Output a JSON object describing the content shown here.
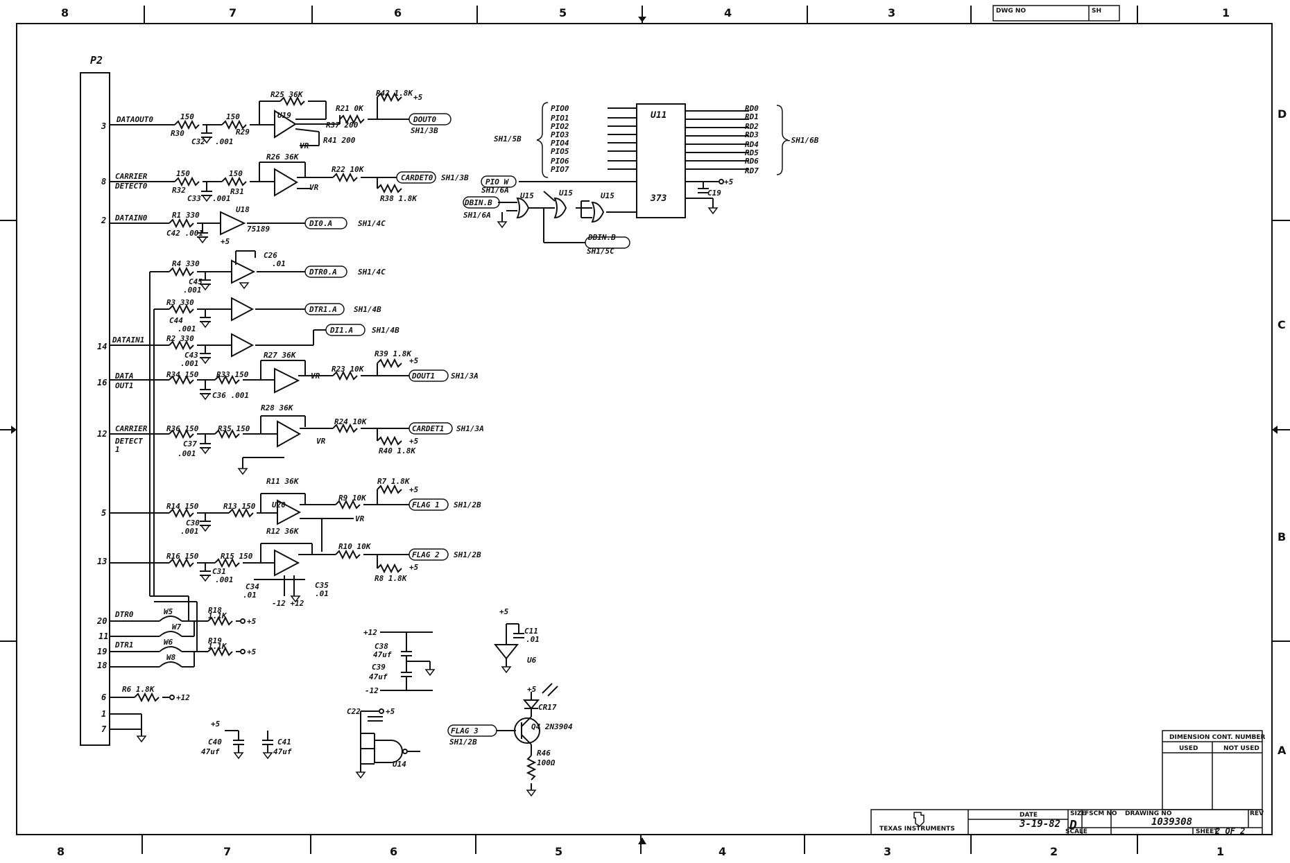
{
  "border": {
    "cols_top": [
      "8",
      "7",
      "6",
      "5",
      "4",
      "3",
      "1"
    ],
    "cols_bottom": [
      "8",
      "7",
      "6",
      "5",
      "4",
      "3",
      "2",
      "1"
    ],
    "rows": [
      "D",
      "C",
      "B",
      "A"
    ]
  },
  "connector": {
    "name": "P2",
    "pins": [
      "3",
      "8",
      "2",
      "14",
      "16",
      "12",
      "5",
      "13",
      "20",
      "11",
      "19",
      "18",
      "6",
      "1",
      "7"
    ]
  },
  "signals": {
    "dataout0": "DATAOUT0",
    "carrier_detect0_a": "CARRIER",
    "carrier_detect0_b": "DETECT0",
    "datain0": "DATAIN0",
    "datain1": "DATAIN1",
    "dataout1_a": "DATA",
    "dataout1_b": "OUT1",
    "carrier_detect1_a": "CARRIER",
    "carrier_detect1_b": "DETECT",
    "carrier_detect1_c": "1",
    "dtr0": "DTR0",
    "dtr1": "DTR1"
  },
  "refs": {
    "r25": "R25 36K",
    "r42": "R42 1.8K",
    "r21": "R21 0K",
    "r37": "R37 200",
    "r41": "R41 200",
    "r30": "R30",
    "r29": "R29",
    "v150a": "150",
    "v150b": "150",
    "c32": "C32",
    "c32v": ".001",
    "u19a": "U19",
    "vr1": "VR",
    "doute": "DOUT0",
    "doute_ref": "SH1/3B",
    "r26": "R26 36K",
    "r22": "R22 10K",
    "r38": "R38 1.8K",
    "r32": "R32",
    "r31": "R31",
    "v150c": "150",
    "v150d": "150",
    "c33": "C33",
    "c33v": ".001",
    "cardet0": "CARDET0",
    "cardet0_ref": "SH1/3B",
    "r1": "R1 330",
    "c42": "C42 .001",
    "u18a": "U18",
    "u18a_t": "75189",
    "di0a": "DI0.A",
    "di0a_ref": "SH1/4C",
    "r4": "R4 330",
    "c45": "C45",
    "c45v": ".001",
    "c26": "C26",
    "c26v": ".01",
    "dtr0a": "DTR0.A",
    "dtr0a_ref": "SH1/4C",
    "r3": "R3 330",
    "c44": "C44",
    "c44v": ".001",
    "dtr1a": "DTR1.A",
    "dtr1a_ref": "SH1/4B",
    "r2": "R2 330",
    "c43": "C43",
    "c43v": ".001",
    "di1a": "DI1.A",
    "di1a_ref": "SH1/4B",
    "r27": "R27 36K",
    "r23": "R23 10K",
    "r39": "R39 1.8K",
    "r34": "R34 150",
    "r33": "R33 150",
    "c36": "C36 .001",
    "dout1": "DOUT1",
    "dout1_ref": "SH1/3A",
    "r28": "R28 36K",
    "r24": "R24 10K",
    "r40": "R40 1.8K",
    "r36": "R36 150",
    "r35": "R35 150",
    "c37": "C37",
    "c37v": ".001",
    "cardet1": "CARDET1",
    "cardet1_ref": "SH1/3A",
    "r11": "R11 36K",
    "r9": "R9 10K",
    "r7": "R7 1.8K",
    "r14": "R14 150",
    "r13": "R13 150",
    "c30": "C30",
    "c30v": ".001",
    "u20a": "U20",
    "flag1": "FLAG 1",
    "flag1_ref": "SH1/2B",
    "r12": "R12 36K",
    "r10": "R10 10K",
    "r8": "R8 1.8K",
    "r16": "R16 150",
    "r15": "R15 150",
    "c31": "C31",
    "c31v": ".001",
    "c34": "C34",
    "c34v": ".01",
    "c35": "C35",
    "c35v": ".01",
    "flag2": "FLAG 2",
    "flag2_ref": "SH1/2B",
    "m12p12": "-12 +12",
    "w5": "W5",
    "w7": "W7",
    "w6": "W6",
    "w8": "W8",
    "r18": "R18",
    "r18v": "1.1K",
    "r19": "R19",
    "r19v": "1.1K",
    "plus5": "+5",
    "plus12": "+12",
    "minus12": "-12",
    "r6": "R6 1.8K",
    "c40": "C40",
    "c40v": "47uf",
    "c41": "C41",
    "c41v": "47uf",
    "c38": "C38",
    "c38v": "47uf",
    "c39": "C39",
    "c39v": "47uf",
    "c22": "C22",
    "u14": "U14",
    "c11": "C11",
    "c11v": ".01",
    "u6": "U6",
    "cr17": "CR17",
    "q4": "Q4 2N3904",
    "r46": "R46",
    "r46v": "100Ω",
    "flag3": "FLAG 3",
    "flag3_ref": "SH1/2B",
    "u11": "U11",
    "u11_type": "373",
    "pio_in": [
      "PIO0",
      "PIO1",
      "PIO2",
      "PIO3",
      "PIO4",
      "PIO5",
      "PIO6",
      "PIO7"
    ],
    "rd_out": [
      "RD0",
      "RD1",
      "RD2",
      "RD3",
      "RD4",
      "RD5",
      "RD6",
      "RD7"
    ],
    "sh158": "SH1/5B",
    "sh168": "-SH1/6B",
    "pio_w": "PIO W",
    "pio_w_ref": "SH1/6A",
    "dbin_b": "DBIN.B",
    "dbin_b_ref": "SH1/6A",
    "dbin_b2": "DBIN.B",
    "dbin_b2_ref": "SH1/5C",
    "u15": "U15",
    "c19": "C19"
  },
  "title_block": {
    "company": "TEXAS INSTRUMENTS",
    "date_label": "DATE",
    "date": "3-19-82",
    "size_label": "SIZE",
    "size": "D",
    "fscm_label": "FSCM NO",
    "drawing_no_label": "DRAWING NO",
    "drawing_no": "1039308",
    "rev_label": "REV",
    "scale_label": "SCALE",
    "sheet_label": "SHEET",
    "sheet": "2 OF 2",
    "dimension_label": "DIMENSION CONT. NUMBER",
    "used": "USED",
    "not_used": "NOT USED",
    "dwg_no_label": "DWG NO",
    "sh_label": "SH"
  }
}
